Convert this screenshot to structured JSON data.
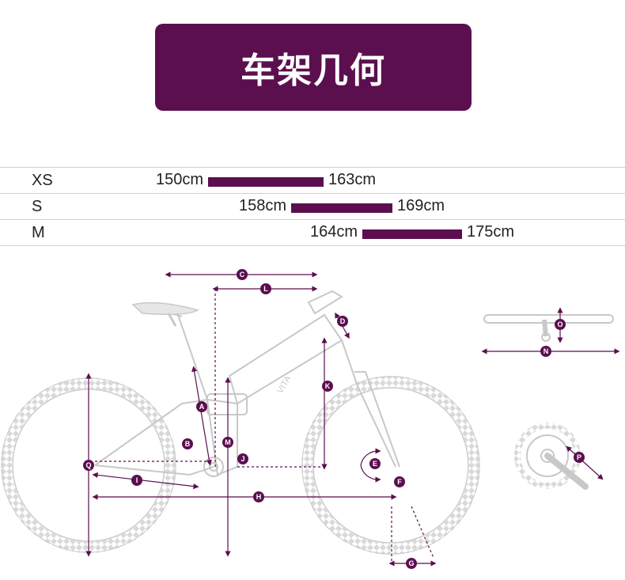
{
  "header": {
    "title": "车架几何"
  },
  "size_chart": {
    "rows": [
      {
        "size": "XS",
        "min": "150cm",
        "max": "163cm"
      },
      {
        "size": "S",
        "min": "158cm",
        "max": "169cm"
      },
      {
        "size": "M",
        "min": "164cm",
        "max": "175cm"
      }
    ]
  },
  "diagram": {
    "brand_mark": "VITA",
    "labels": {
      "A": "A",
      "B": "B",
      "C": "C",
      "D": "D",
      "E": "E",
      "F": "F",
      "G": "G",
      "H": "H",
      "I": "I",
      "J": "J",
      "K": "K",
      "L": "L",
      "M": "M",
      "N": "N",
      "O": "O",
      "P": "P",
      "Q": "Q"
    }
  },
  "colors": {
    "accent": "#5b0f4f",
    "line": "#c8c8c8",
    "text": "#222222"
  }
}
